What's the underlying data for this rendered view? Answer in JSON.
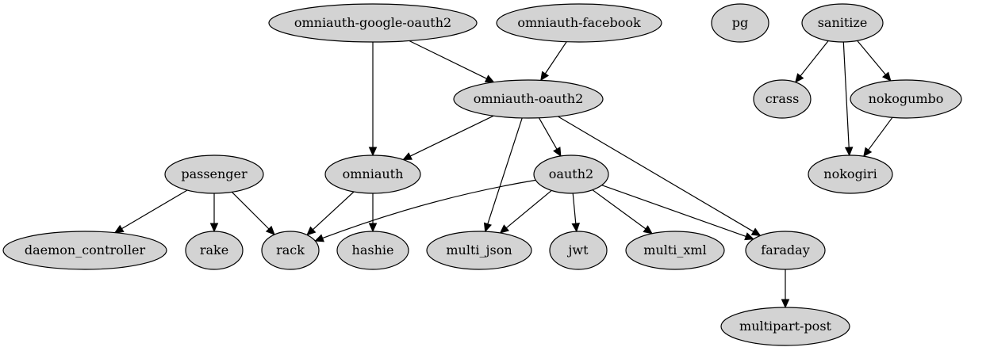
{
  "diagram": {
    "type": "directed-graph",
    "colors": {
      "node_fill": "#d3d3d3",
      "stroke": "#000000",
      "background": "#ffffff"
    },
    "nodes": [
      {
        "id": "omniauth-google-oauth2",
        "label": "omniauth-google-oauth2"
      },
      {
        "id": "omniauth-facebook",
        "label": "omniauth-facebook"
      },
      {
        "id": "pg",
        "label": "pg"
      },
      {
        "id": "sanitize",
        "label": "sanitize"
      },
      {
        "id": "omniauth-oauth2",
        "label": "omniauth-oauth2"
      },
      {
        "id": "crass",
        "label": "crass"
      },
      {
        "id": "nokogumbo",
        "label": "nokogumbo"
      },
      {
        "id": "passenger",
        "label": "passenger"
      },
      {
        "id": "omniauth",
        "label": "omniauth"
      },
      {
        "id": "oauth2",
        "label": "oauth2"
      },
      {
        "id": "nokogiri",
        "label": "nokogiri"
      },
      {
        "id": "daemon_controller",
        "label": "daemon_controller"
      },
      {
        "id": "rake",
        "label": "rake"
      },
      {
        "id": "rack",
        "label": "rack"
      },
      {
        "id": "hashie",
        "label": "hashie"
      },
      {
        "id": "multi_json",
        "label": "multi_json"
      },
      {
        "id": "jwt",
        "label": "jwt"
      },
      {
        "id": "multi_xml",
        "label": "multi_xml"
      },
      {
        "id": "faraday",
        "label": "faraday"
      },
      {
        "id": "multipart-post",
        "label": "multipart-post"
      }
    ],
    "edges": [
      {
        "from": "omniauth-google-oauth2",
        "to": "omniauth-oauth2"
      },
      {
        "from": "omniauth-google-oauth2",
        "to": "omniauth"
      },
      {
        "from": "omniauth-facebook",
        "to": "omniauth-oauth2"
      },
      {
        "from": "sanitize",
        "to": "crass"
      },
      {
        "from": "sanitize",
        "to": "nokogumbo"
      },
      {
        "from": "sanitize",
        "to": "nokogiri"
      },
      {
        "from": "nokogumbo",
        "to": "nokogiri"
      },
      {
        "from": "omniauth-oauth2",
        "to": "omniauth"
      },
      {
        "from": "omniauth-oauth2",
        "to": "oauth2"
      },
      {
        "from": "omniauth-oauth2",
        "to": "multi_json"
      },
      {
        "from": "omniauth-oauth2",
        "to": "faraday"
      },
      {
        "from": "passenger",
        "to": "daemon_controller"
      },
      {
        "from": "passenger",
        "to": "rake"
      },
      {
        "from": "passenger",
        "to": "rack"
      },
      {
        "from": "omniauth",
        "to": "rack"
      },
      {
        "from": "omniauth",
        "to": "hashie"
      },
      {
        "from": "oauth2",
        "to": "rack"
      },
      {
        "from": "oauth2",
        "to": "multi_json"
      },
      {
        "from": "oauth2",
        "to": "jwt"
      },
      {
        "from": "oauth2",
        "to": "multi_xml"
      },
      {
        "from": "oauth2",
        "to": "faraday"
      },
      {
        "from": "faraday",
        "to": "multipart-post"
      }
    ]
  }
}
